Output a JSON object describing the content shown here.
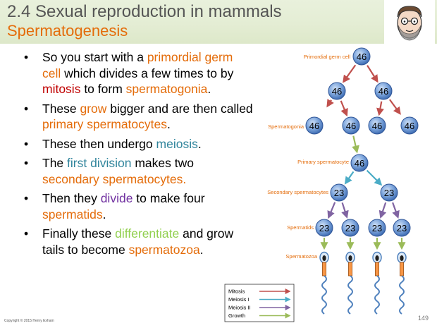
{
  "header": {
    "title": "2.4 Sexual reproduction in mammals",
    "subtitle": "Spermatogenesis"
  },
  "bullets": [
    [
      {
        "t": "So you start with a ",
        "c": ""
      },
      {
        "t": "primordial germ cell",
        "c": "orange"
      },
      {
        "t": " which divides a few times to by ",
        "c": ""
      },
      {
        "t": "mitosis",
        "c": "red"
      },
      {
        "t": " to form ",
        "c": ""
      },
      {
        "t": "spermatogonia",
        "c": "orange"
      },
      {
        "t": ".",
        "c": ""
      }
    ],
    [
      {
        "t": "These ",
        "c": ""
      },
      {
        "t": "grow",
        "c": "orange"
      },
      {
        "t": " bigger and are then called ",
        "c": ""
      },
      {
        "t": "primary spermatocytes",
        "c": "orange"
      },
      {
        "t": ".",
        "c": ""
      }
    ],
    [
      {
        "t": "These then undergo ",
        "c": ""
      },
      {
        "t": "meiosis",
        "c": "teal"
      },
      {
        "t": ".",
        "c": ""
      }
    ],
    [
      {
        "t": "The ",
        "c": ""
      },
      {
        "t": "first division",
        "c": "teal"
      },
      {
        "t": " makes two ",
        "c": ""
      },
      {
        "t": "secondary spermatocytes.",
        "c": "orange"
      }
    ],
    [
      {
        "t": "Then they ",
        "c": ""
      },
      {
        "t": "divide",
        "c": "purple"
      },
      {
        "t": " to make four ",
        "c": ""
      },
      {
        "t": "spermatids",
        "c": "orange"
      },
      {
        "t": ".",
        "c": ""
      }
    ],
    [
      {
        "t": "Finally these ",
        "c": ""
      },
      {
        "t": "differentiate",
        "c": "green"
      },
      {
        "t": " and grow tails to become ",
        "c": ""
      },
      {
        "t": "spermatozoa",
        "c": "orange"
      },
      {
        "t": ".",
        "c": ""
      }
    ]
  ],
  "diagram": {
    "labels": {
      "primordial": "Primordial germ cell",
      "spermatogonia": "Spermatogonia",
      "primary": "Primary spermatocyte",
      "secondary": "Secondary spermatocytes",
      "spermatids": "Spermatids",
      "spermatozoa": "Spermatozoa"
    },
    "cells": {
      "primordial": "46",
      "row2": [
        "46",
        "46"
      ],
      "row3": [
        "46",
        "46",
        "46",
        "46"
      ],
      "primary": "46",
      "secondary": [
        "23",
        "23"
      ],
      "spermatids": [
        "23",
        "23",
        "23",
        "23"
      ]
    },
    "legend": {
      "mitosis": "Mitosis",
      "meiosis1": "Meiosis I",
      "meiosis2": "Meiosis II",
      "growth": "Growth"
    },
    "colors": {
      "mitosis": "#c0504d",
      "meiosis1": "#4bacc6",
      "meiosis2": "#8064a2",
      "growth": "#9bbb59",
      "label": "#e46c0a",
      "cell": "#4f81bd"
    }
  },
  "footer": {
    "copyright": "Copyright © 2015 Henry Exham",
    "page": "149"
  }
}
